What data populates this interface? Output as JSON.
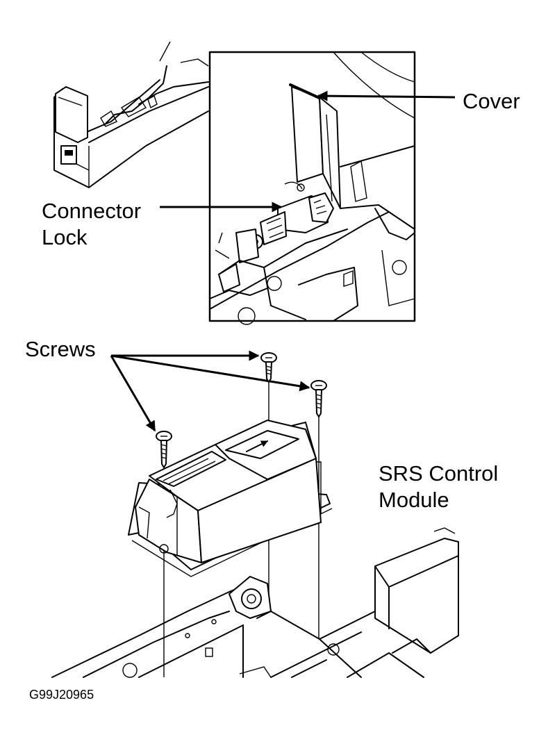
{
  "labels": {
    "cover": "Cover",
    "connector_lock_line1": "Connector",
    "connector_lock_line2": "Lock",
    "screws": "Screws",
    "srs_line1": "SRS Control",
    "srs_line2": "Module"
  },
  "figure_code": "G99J20965",
  "icons": {
    "lead_arrowhead": "arrowhead-icon",
    "module_arrow": "direction-arrow-icon"
  }
}
